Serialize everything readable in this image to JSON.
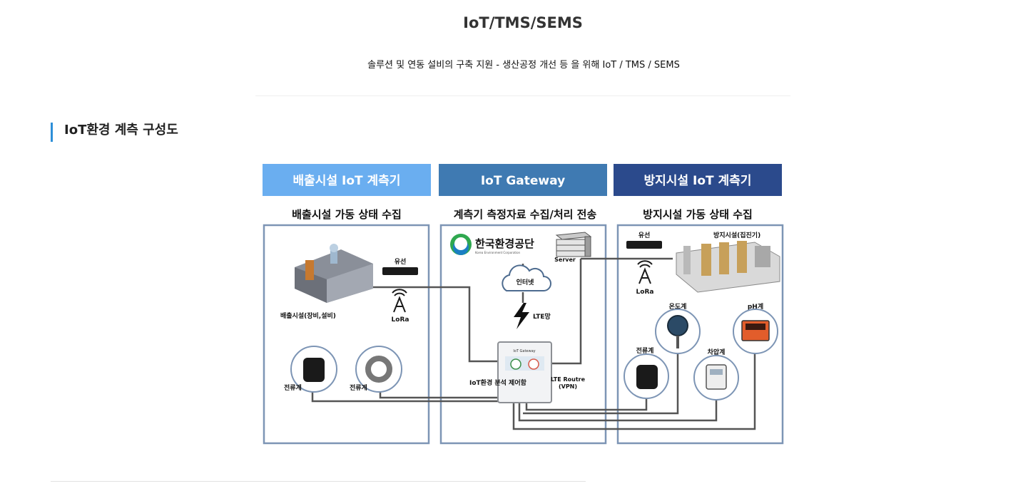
{
  "page": {
    "title": "IoT/TMS/SEMS",
    "subtitle": "솔루션 및 연동 설비의 구축 지원 - 생산공정 개선 등 을 위해 IoT / TMS / SEMS",
    "section_heading": "IoT환경 계측 구성도"
  },
  "diagram": {
    "columns": [
      {
        "header": "배출시설 IoT 계측기",
        "subheader": "배출시설 가동 상태 수집",
        "color": "#6aaef0"
      },
      {
        "header": "IoT Gateway",
        "subheader": "계측기 측정자료 수집/처리 전송",
        "color": "#3f7ab2"
      },
      {
        "header": "방지시설 IoT 계측기",
        "subheader": "방지시설 가동 상태 수집",
        "color": "#2b4a8c"
      }
    ],
    "labels": {
      "emission_facility": "배출시설(장비,설비)",
      "wired_left": "유선",
      "lora_left": "LoRa",
      "ct_left_1": "전류계",
      "ct_left_2": "전류계",
      "keco_name": "한국환경공단",
      "keco_sub": "Korea Environment Corporation",
      "server": "Server",
      "internet": "인터넷",
      "lte": "LTE망",
      "gateway_box_title": "IoT Gateway",
      "gateway_label": "IoT환경 분석 제어함",
      "router_label": "LTE Routre",
      "router_vpn": "(VPN)",
      "wired_right": "유선",
      "lora_right": "LoRa",
      "prevention_facility": "방지시설(집진기)",
      "thermometer": "온도계",
      "ph_meter": "pH계",
      "ct_right": "전류계",
      "diff_pressure": "차압계"
    }
  }
}
